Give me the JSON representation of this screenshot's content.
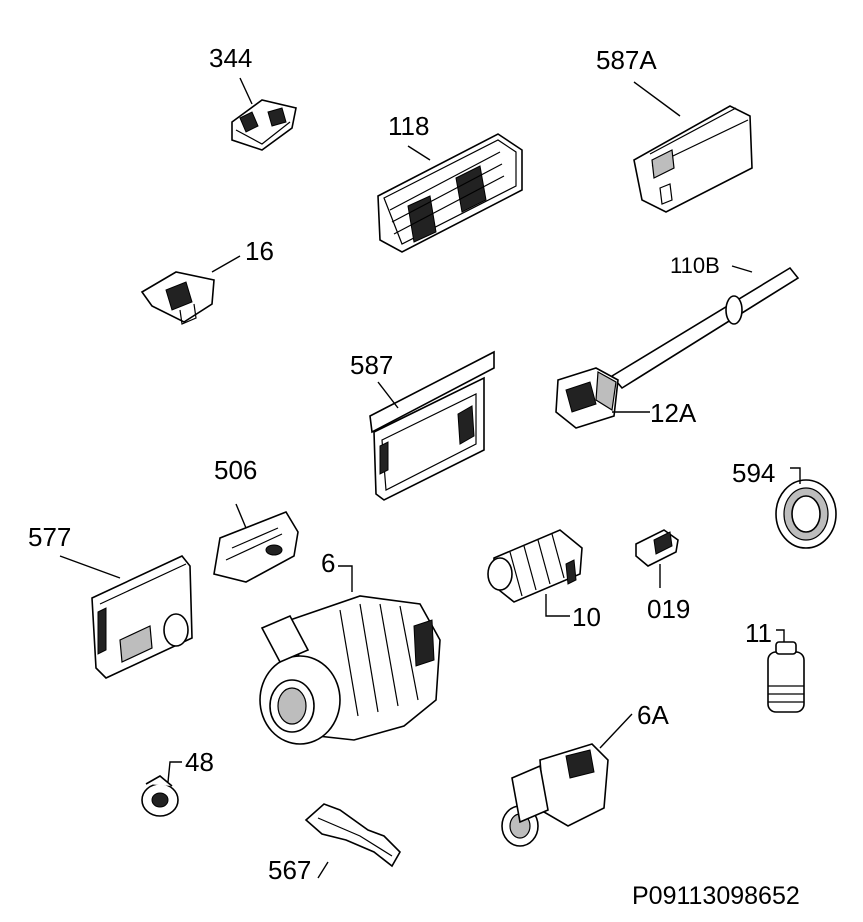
{
  "diagram": {
    "reference_code": "P09113098652",
    "labels": {
      "p344": "344",
      "p118": "118",
      "p587A": "587A",
      "p16": "16",
      "p110B": "110B",
      "p587": "587",
      "p12A": "12A",
      "p506": "506",
      "p594": "594",
      "p577": "577",
      "p6": "6",
      "p10": "10",
      "p019": "019",
      "p11": "11",
      "p6A": "6A",
      "p48": "48",
      "p567": "567"
    }
  }
}
